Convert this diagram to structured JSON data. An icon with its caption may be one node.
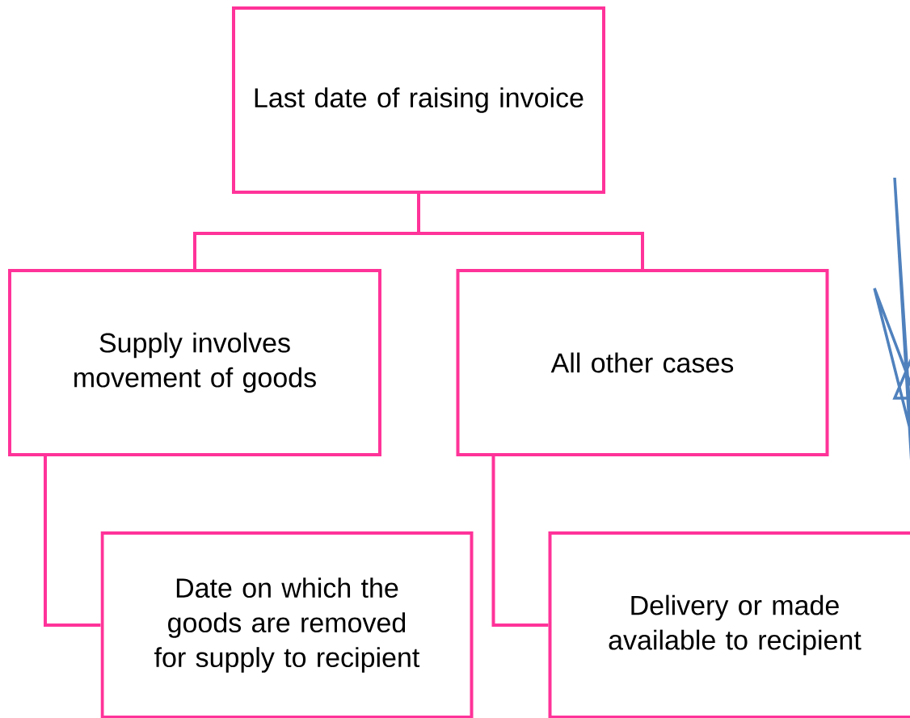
{
  "diagram": {
    "nodes": [
      {
        "text": [
          "Last date of raising invoice"
        ]
      },
      {
        "text": [
          "Supply involves movement of goods"
        ]
      },
      {
        "text": [
          "All other cases"
        ]
      },
      {
        "text": [
          "Date on which the goods are removed for supply to recipient"
        ]
      },
      {
        "text": [
          "Delivery or made available to recipient"
        ]
      }
    ],
    "edges": [
      {
        "from": 0,
        "to": 1,
        "arrow": "none"
      },
      {
        "from": 0,
        "to": 2,
        "arrow": "none"
      },
      {
        "from": 1,
        "to": 3,
        "arrow": "none"
      },
      {
        "from": 2,
        "to": 4,
        "arrow": "none"
      }
    ]
  }
}
